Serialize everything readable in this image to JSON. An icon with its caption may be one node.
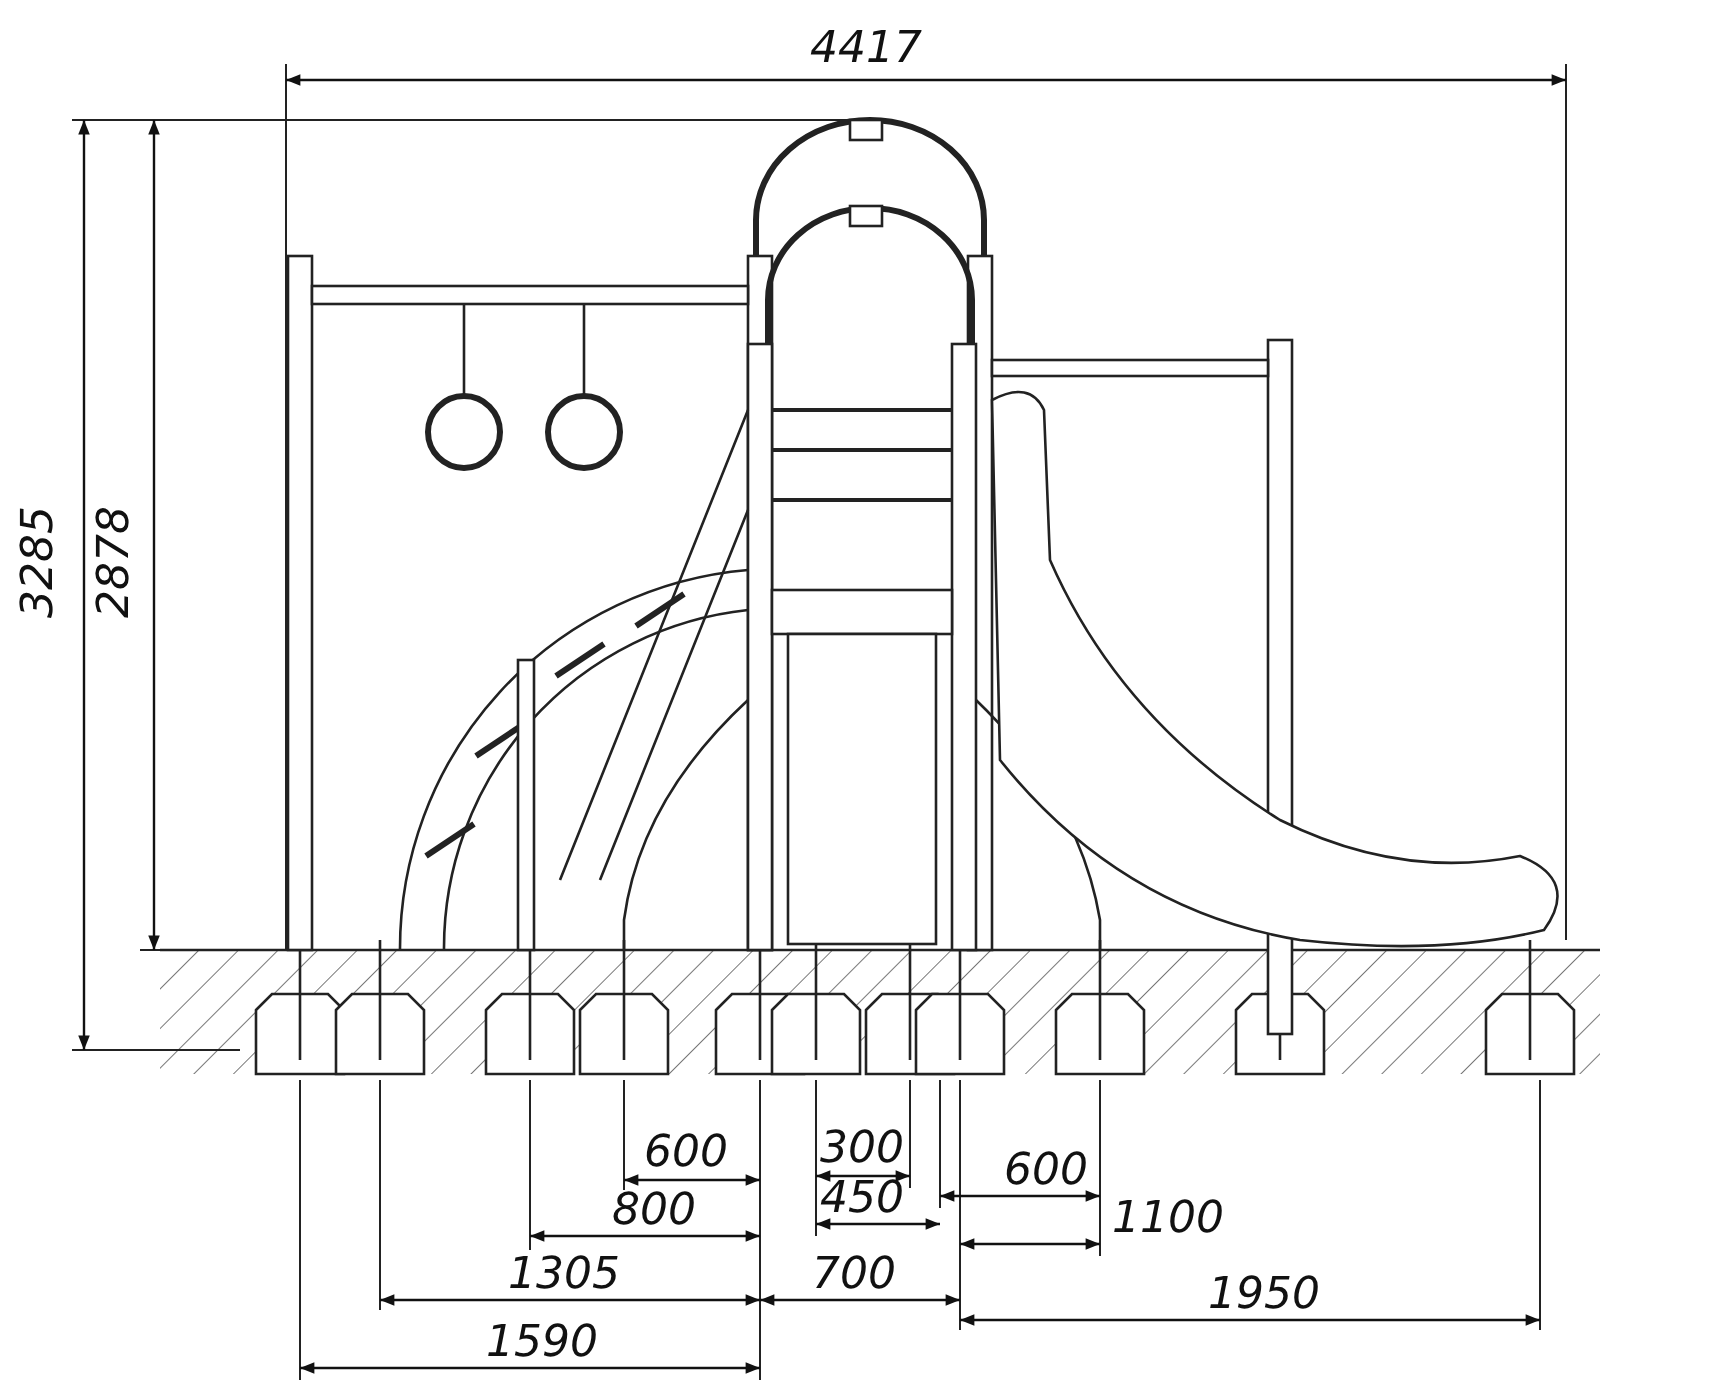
{
  "diagram": {
    "labels": [
      "4417",
      "3285",
      "2878",
      "600",
      "300",
      "600",
      "800",
      "450",
      "1100",
      "1305",
      "700",
      "1950",
      "1590"
    ]
  }
}
